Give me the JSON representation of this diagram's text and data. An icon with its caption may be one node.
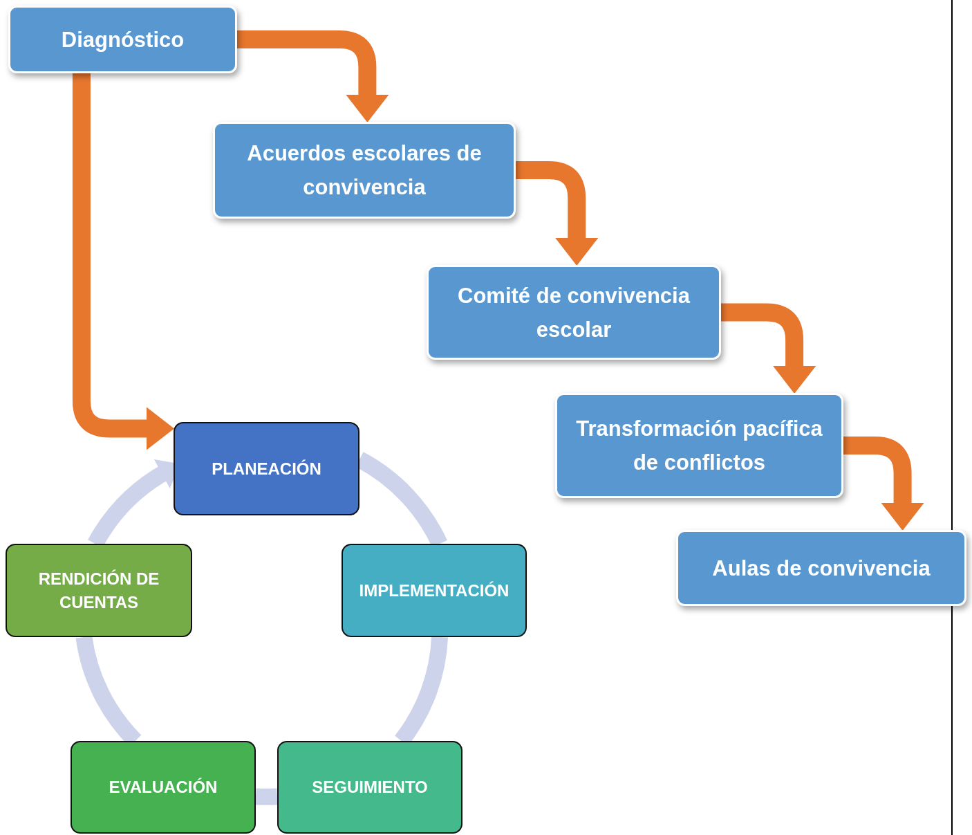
{
  "diagram": {
    "nodes": [
      {
        "text": [
          "Diagnóstico"
        ]
      },
      {
        "text": [
          "Acuerdos escolares de convivencia"
        ]
      },
      {
        "text": [
          "Comité de convivencia escolar"
        ]
      },
      {
        "text": [
          "Transformación pacífica de conflictos"
        ]
      },
      {
        "text": [
          "Aulas de convivencia"
        ]
      },
      {
        "text": [
          "PLANEACIÓN"
        ]
      },
      {
        "text": [
          "IMPLEMENTACIÓN"
        ]
      },
      {
        "text": [
          "SEGUIMIENTO"
        ]
      },
      {
        "text": [
          "EVALUACIÓN"
        ]
      },
      {
        "text": [
          "RENDICIÓN DE CUENTAS"
        ]
      }
    ],
    "edges": [
      {
        "from": 0,
        "to": 1,
        "arrow": "to"
      },
      {
        "from": 1,
        "to": 2,
        "arrow": "to"
      },
      {
        "from": 2,
        "to": 3,
        "arrow": "to"
      },
      {
        "from": 3,
        "to": 4,
        "arrow": "to"
      },
      {
        "from": 0,
        "to": 5,
        "arrow": "to"
      },
      {
        "from": 5,
        "to": 6,
        "arrow": "none",
        "color": "#cdd3ea"
      },
      {
        "from": 6,
        "to": 7,
        "arrow": "none",
        "color": "#cdd3ea"
      },
      {
        "from": 7,
        "to": 8,
        "arrow": "none",
        "color": "#cdd3ea"
      },
      {
        "from": 8,
        "to": 9,
        "arrow": "none",
        "color": "#cdd3ea"
      },
      {
        "from": 9,
        "to": 5,
        "arrow": "to",
        "color": "#cdd3ea"
      }
    ]
  }
}
